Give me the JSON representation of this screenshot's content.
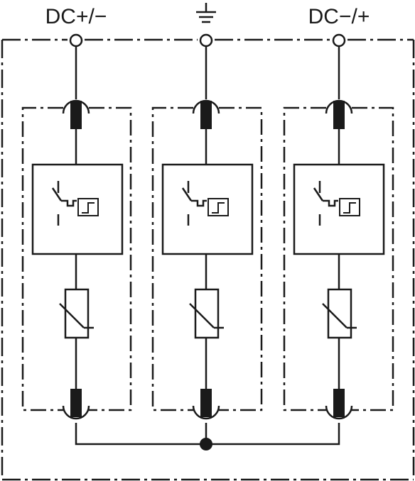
{
  "terminals": [
    {
      "id": "left",
      "label": "DC+/−"
    },
    {
      "id": "earth",
      "label": "",
      "symbol": "earth-ground-icon"
    },
    {
      "id": "right",
      "label": "DC−/+"
    }
  ],
  "modules": [
    {
      "id": "left",
      "components": [
        "fuse-top",
        "thermal-disconnector",
        "varistor",
        "fuse-bottom"
      ]
    },
    {
      "id": "middle",
      "components": [
        "fuse-top",
        "thermal-disconnector",
        "varistor",
        "fuse-bottom"
      ]
    },
    {
      "id": "right",
      "components": [
        "fuse-top",
        "thermal-disconnector",
        "varistor",
        "fuse-bottom"
      ]
    }
  ],
  "colors": {
    "line": "#1a1a1a",
    "background": "#ffffff"
  }
}
